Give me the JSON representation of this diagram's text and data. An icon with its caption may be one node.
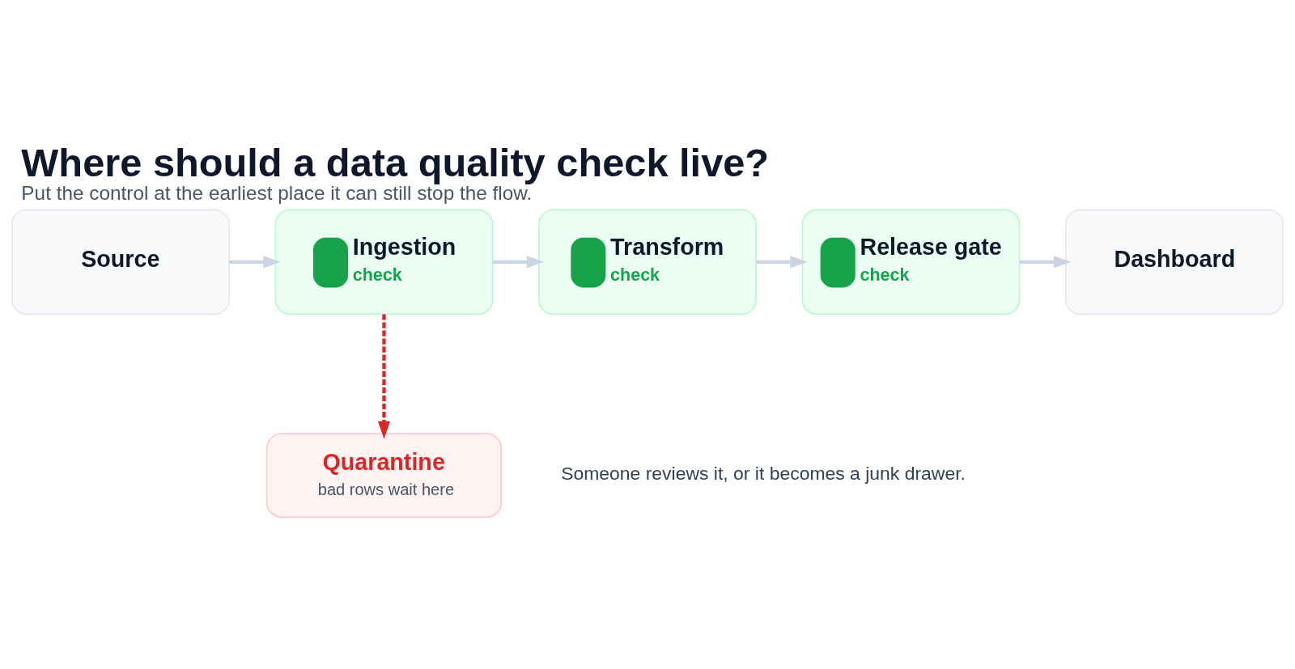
{
  "diagram": {
    "title": "Where should a data quality check live?",
    "caption": "Put the control at the earliest place it can still stop the flow.",
    "nodes": [
      {
        "text": [
          "Source"
        ]
      },
      {
        "text": [
          "Ingestion",
          "check"
        ]
      },
      {
        "text": [
          "Transform",
          "check"
        ]
      },
      {
        "text": [
          "Release gate",
          "check"
        ]
      },
      {
        "text": [
          "Dashboard"
        ]
      },
      {
        "text": [
          "Quarantine",
          "bad rows wait here"
        ],
        "beside": [
          "Someone reviews it, or it becomes a junk drawer."
        ]
      }
    ],
    "edges": [
      {
        "from": 0,
        "to": 1,
        "arrow": "to"
      },
      {
        "from": 1,
        "to": 2,
        "arrow": "to"
      },
      {
        "from": 2,
        "to": 3,
        "arrow": "to"
      },
      {
        "from": 3,
        "to": 4,
        "arrow": "to"
      },
      {
        "from": 1,
        "to": 5,
        "arrow": "to",
        "style": "dashed",
        "color": "#dc2626"
      }
    ]
  }
}
